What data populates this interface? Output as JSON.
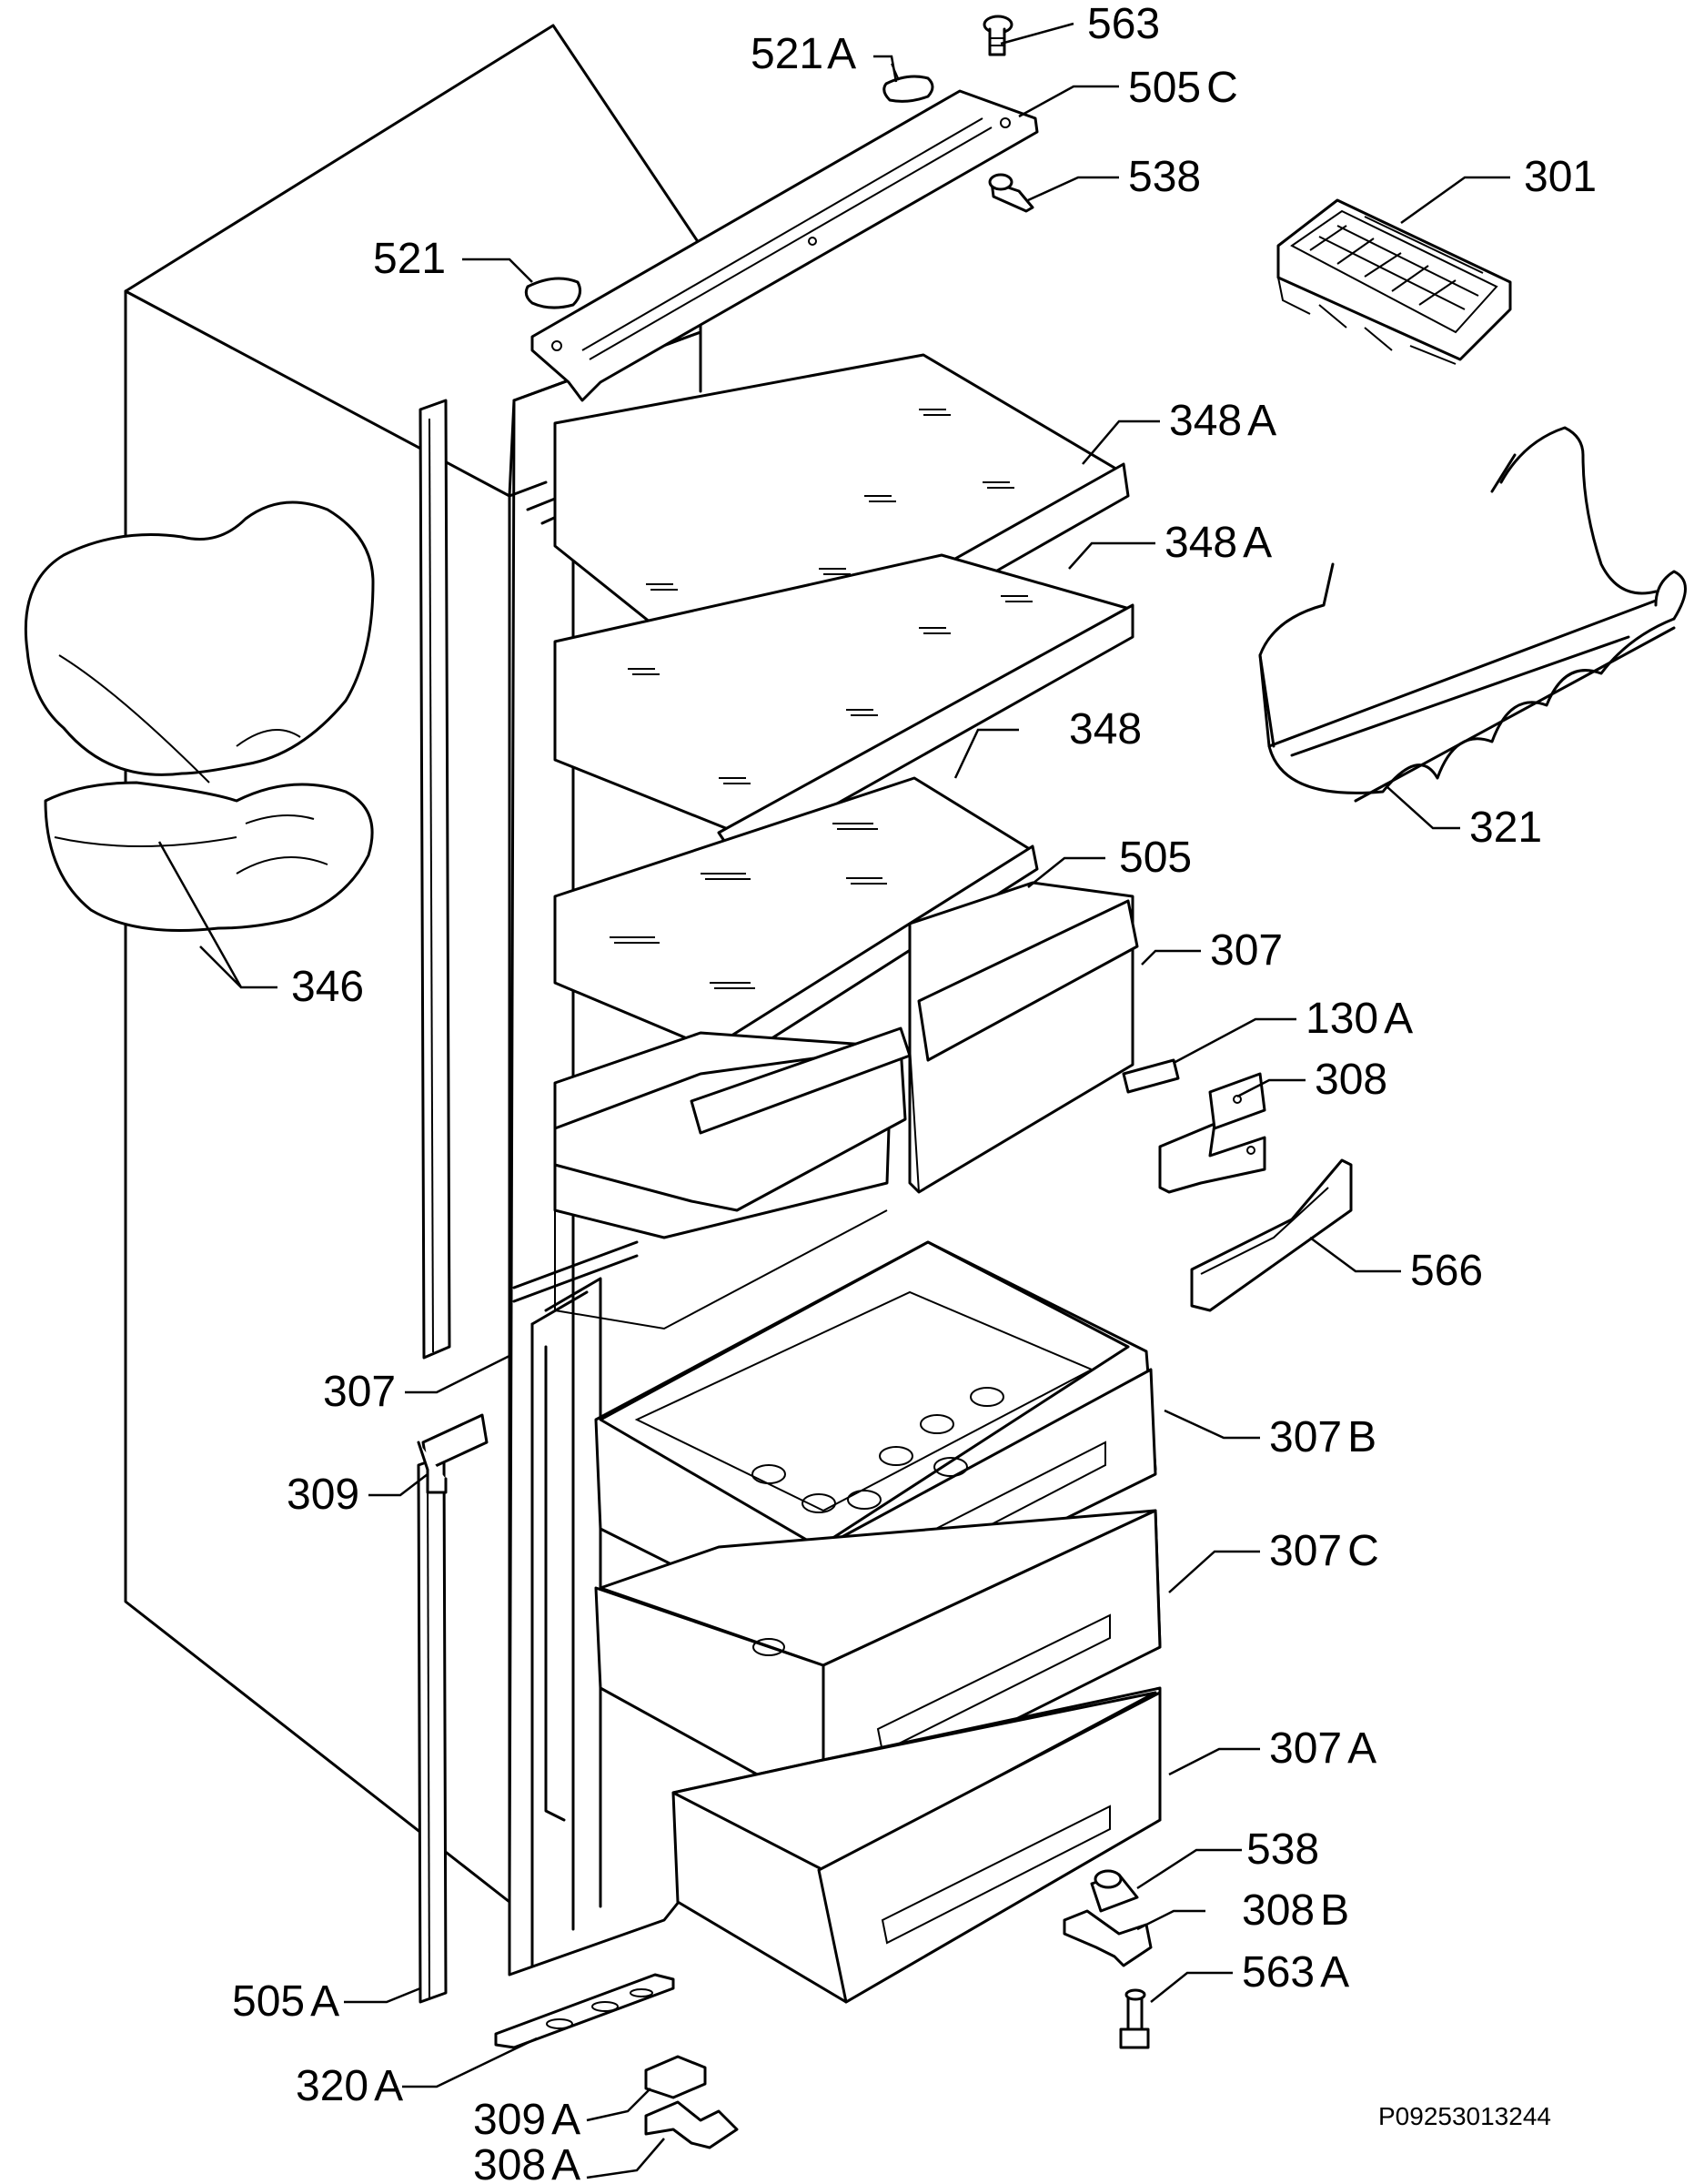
{
  "diagram_code": "P09253013244",
  "callouts": [
    {
      "id": "c563",
      "num": "563",
      "suffix": ""
    },
    {
      "id": "c521a",
      "num": "521",
      "suffix": "A"
    },
    {
      "id": "c505c",
      "num": "505",
      "suffix": "C"
    },
    {
      "id": "c538t",
      "num": "538",
      "suffix": ""
    },
    {
      "id": "c301",
      "num": "301",
      "suffix": ""
    },
    {
      "id": "c521",
      "num": "521",
      "suffix": ""
    },
    {
      "id": "c348a1",
      "num": "348",
      "suffix": "A"
    },
    {
      "id": "c348a2",
      "num": "348",
      "suffix": "A"
    },
    {
      "id": "c348",
      "num": "348",
      "suffix": ""
    },
    {
      "id": "c321",
      "num": "321",
      "suffix": ""
    },
    {
      "id": "c505",
      "num": "505",
      "suffix": ""
    },
    {
      "id": "c346",
      "num": "346",
      "suffix": ""
    },
    {
      "id": "c307t",
      "num": "307",
      "suffix": ""
    },
    {
      "id": "c130a",
      "num": "130",
      "suffix": "A"
    },
    {
      "id": "c308",
      "num": "308",
      "suffix": ""
    },
    {
      "id": "c566",
      "num": "566",
      "suffix": ""
    },
    {
      "id": "c307l",
      "num": "307",
      "suffix": ""
    },
    {
      "id": "c307b",
      "num": "307",
      "suffix": "B"
    },
    {
      "id": "c309",
      "num": "309",
      "suffix": ""
    },
    {
      "id": "c307c",
      "num": "307",
      "suffix": "C"
    },
    {
      "id": "c307a",
      "num": "307",
      "suffix": "A"
    },
    {
      "id": "c538b",
      "num": "538",
      "suffix": ""
    },
    {
      "id": "c308b",
      "num": "308",
      "suffix": "B"
    },
    {
      "id": "c563a",
      "num": "563",
      "suffix": "A"
    },
    {
      "id": "c505a",
      "num": "505",
      "suffix": "A"
    },
    {
      "id": "c320a",
      "num": "320",
      "suffix": "A"
    },
    {
      "id": "c309a",
      "num": "309",
      "suffix": "A"
    },
    {
      "id": "c308a",
      "num": "308",
      "suffix": "A"
    }
  ]
}
